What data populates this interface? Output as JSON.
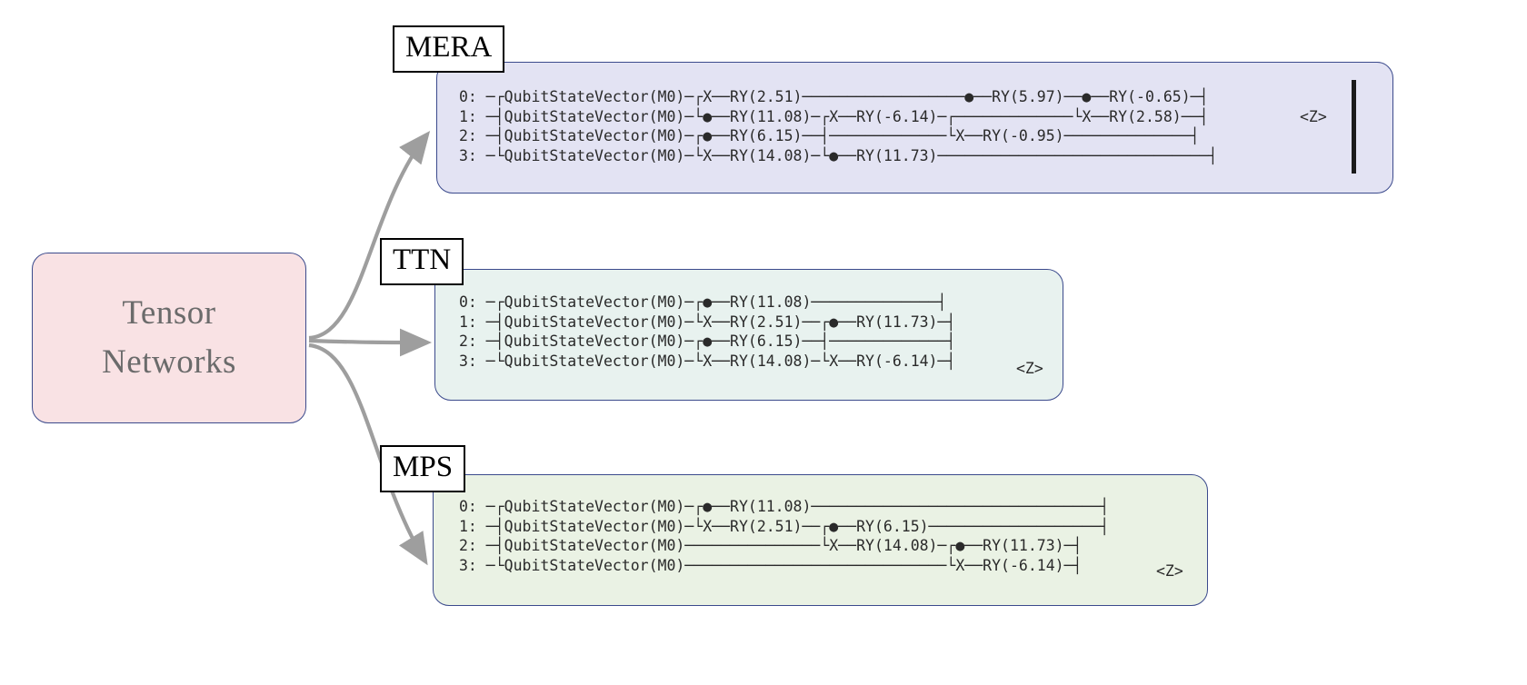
{
  "root": {
    "label_line1": "Tensor",
    "label_line2": "Networks",
    "fill": "#f9e2e4",
    "stroke": "#3b4a8c"
  },
  "arrow_color": "#9e9e9e",
  "groups": [
    {
      "id": "mera",
      "label": "MERA",
      "fill": "#e3e3f3",
      "stroke": "#3b4a8c",
      "circuit_lines": [
        "0: ─┌QubitStateVector(M0)─┌X──RY(2.51)──────────────────●──RY(5.97)──●──RY(-0.65)─┤",
        "1: ─┤QubitStateVector(M0)─└●──RY(11.08)─┌X──RY(-6.14)─┌─────────────└X──RY(2.58)──┤",
        "2: ─┤QubitStateVector(M0)─┌●──RY(6.15)──┤─────────────└X──RY(-0.95)──────────────┤",
        "3: ─└QubitStateVector(M0)─└X──RY(14.08)─└●──RY(11.73)──────────────────────────────┤"
      ],
      "observable": "<Z>",
      "has_end_bar": true
    },
    {
      "id": "ttn",
      "label": "TTN",
      "fill": "#e8f2ef",
      "stroke": "#3b4a8c",
      "circuit_lines": [
        "0: ─┌QubitStateVector(M0)─┌●──RY(11.08)──────────────┤",
        "1: ─┤QubitStateVector(M0)─└X──RY(2.51)──┌●──RY(11.73)─┤",
        "2: ─┤QubitStateVector(M0)─┌●──RY(6.15)──┤─────────────┤",
        "3: ─└QubitStateVector(M0)─└X──RY(14.08)─└X──RY(-6.14)─┤"
      ],
      "observable": "<Z>",
      "has_end_bar": false
    },
    {
      "id": "mps",
      "label": "MPS",
      "fill": "#eaf2e4",
      "stroke": "#3b4a8c",
      "circuit_lines": [
        "0: ─┌QubitStateVector(M0)─┌●──RY(11.08)────────────────────────────────┤",
        "1: ─┤QubitStateVector(M0)─└X──RY(2.51)──┌●──RY(6.15)───────────────────┤",
        "2: ─┤QubitStateVector(M0)───────────────└X──RY(14.08)─┌●──RY(11.73)─┤",
        "3: ─└QubitStateVector(M0)─────────────────────────────└X──RY(-6.14)─┤"
      ],
      "observable": "<Z>",
      "has_end_bar": false
    }
  ],
  "qubit_labels": [
    "0:",
    "1:",
    "2:",
    "3:"
  ],
  "state_prep_label": "QubitStateVector(M0)",
  "gate_params": {
    "mera": [
      "2.51",
      "11.08",
      "6.15",
      "14.08",
      "-6.14",
      "11.73",
      "5.97",
      "-0.95",
      "-0.65",
      "2.58"
    ],
    "ttn": [
      "11.08",
      "2.51",
      "6.15",
      "14.08",
      "11.73",
      "-6.14"
    ],
    "mps": [
      "11.08",
      "2.51",
      "6.15",
      "14.08",
      "11.73",
      "-6.14"
    ]
  }
}
